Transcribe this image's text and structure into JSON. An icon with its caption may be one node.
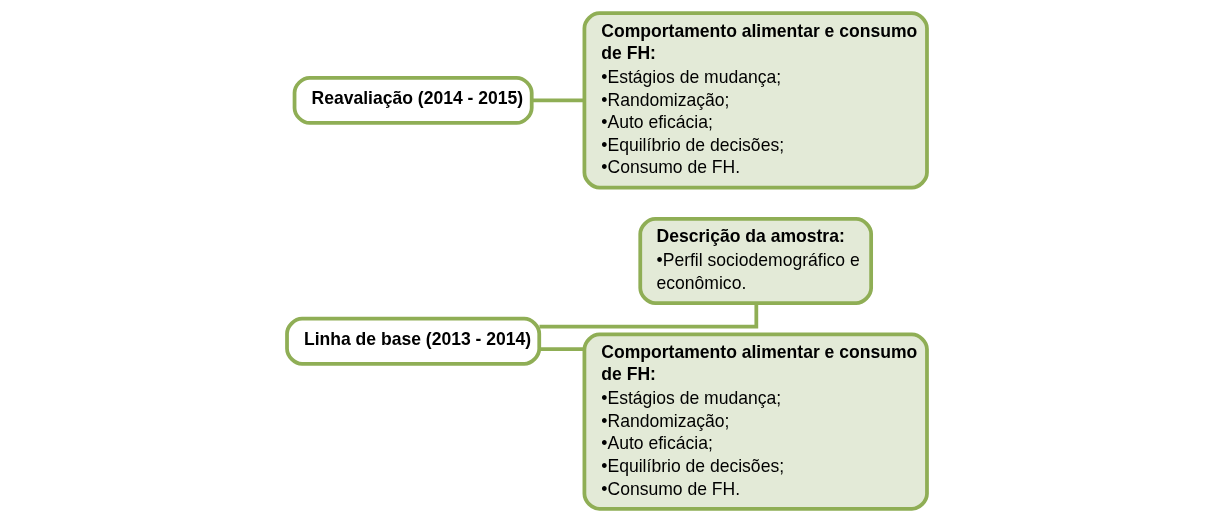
{
  "diagram": {
    "nodes": [
      {
        "text": [
          "Linha de base (2013 - 2014)"
        ]
      },
      {
        "text": [
          "Descrição da amostra:",
          "•Perfil sociodemográfico e econômico."
        ]
      },
      {
        "text": [
          "Comportamento alimentar e consumo de FH:",
          "•Estágios de mudança;",
          "•Randomização;",
          "•Auto eficácia;",
          "•Equilíbrio de decisões;",
          "•Consumo de FH."
        ]
      },
      {
        "text": [
          "Reavaliação (2014 - 2015)"
        ]
      },
      {
        "text": [
          "Comportamento alimentar e consumo de FH:",
          "•Estágios de mudança;",
          "•Randomização;",
          "•Auto eficácia;",
          "•Equilíbrio de decisões;",
          "•Consumo de FH."
        ]
      }
    ],
    "edges": [
      {
        "from": 0,
        "to": 1,
        "arrow": "none"
      },
      {
        "from": 0,
        "to": 2,
        "arrow": "none"
      },
      {
        "from": 3,
        "to": 4,
        "arrow": "none"
      }
    ]
  }
}
